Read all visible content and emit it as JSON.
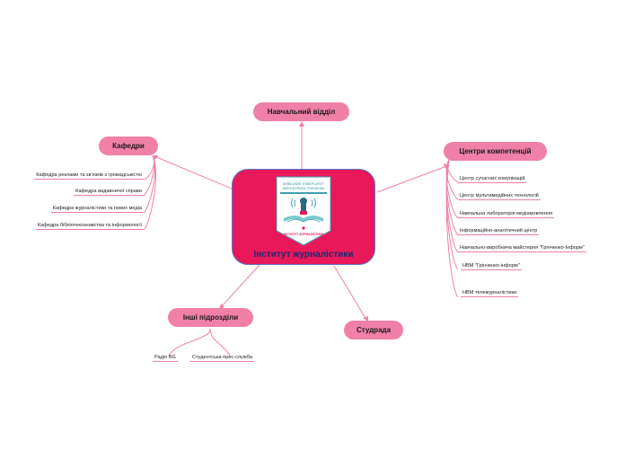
{
  "central": {
    "title": "Інститут журналістики",
    "logo": {
      "line1": "КИЇВСЬКИЙ УНІВЕРСИТЕТ",
      "line2": "ІМЕНІ БОРИСА ГРІНЧЕНКА",
      "bottom": "ІНСТИТУТ ЖУРНАЛІСТИКИ"
    }
  },
  "branches": {
    "top": {
      "label": "Навчальний відділ"
    },
    "kafedry": {
      "label": "Кафедри",
      "items": [
        "Кафедра реклами та зв'язків з громадськістю",
        "Кафедра видавничої справи",
        "Кафедра журналістики та нових медіа",
        "Кафедра бібліотекознавства та інформології"
      ]
    },
    "centry": {
      "label": "Центри компетенцій",
      "items": [
        "Центр сучасних комунікацій",
        "Центр мультимедійних технологій",
        "Навчальна лабораторія медіамовлення",
        "Інформаційно-аналітичний центр",
        "Навчально-виробнича майстерня \"Грінченко-Інформ\"",
        "НВМ \"Грінченко-інформ\"",
        "НВМ тележурналістики"
      ]
    },
    "inshi": {
      "label": "Інші підрозділи",
      "items": [
        "Радіо BG",
        "Студентська прес-служба"
      ]
    },
    "studrada": {
      "label": "Студрада"
    }
  },
  "colors": {
    "pill": "#f080a8",
    "central_fill": "#e8185a",
    "central_border": "#5b74c8",
    "title": "#1c2a6e"
  }
}
